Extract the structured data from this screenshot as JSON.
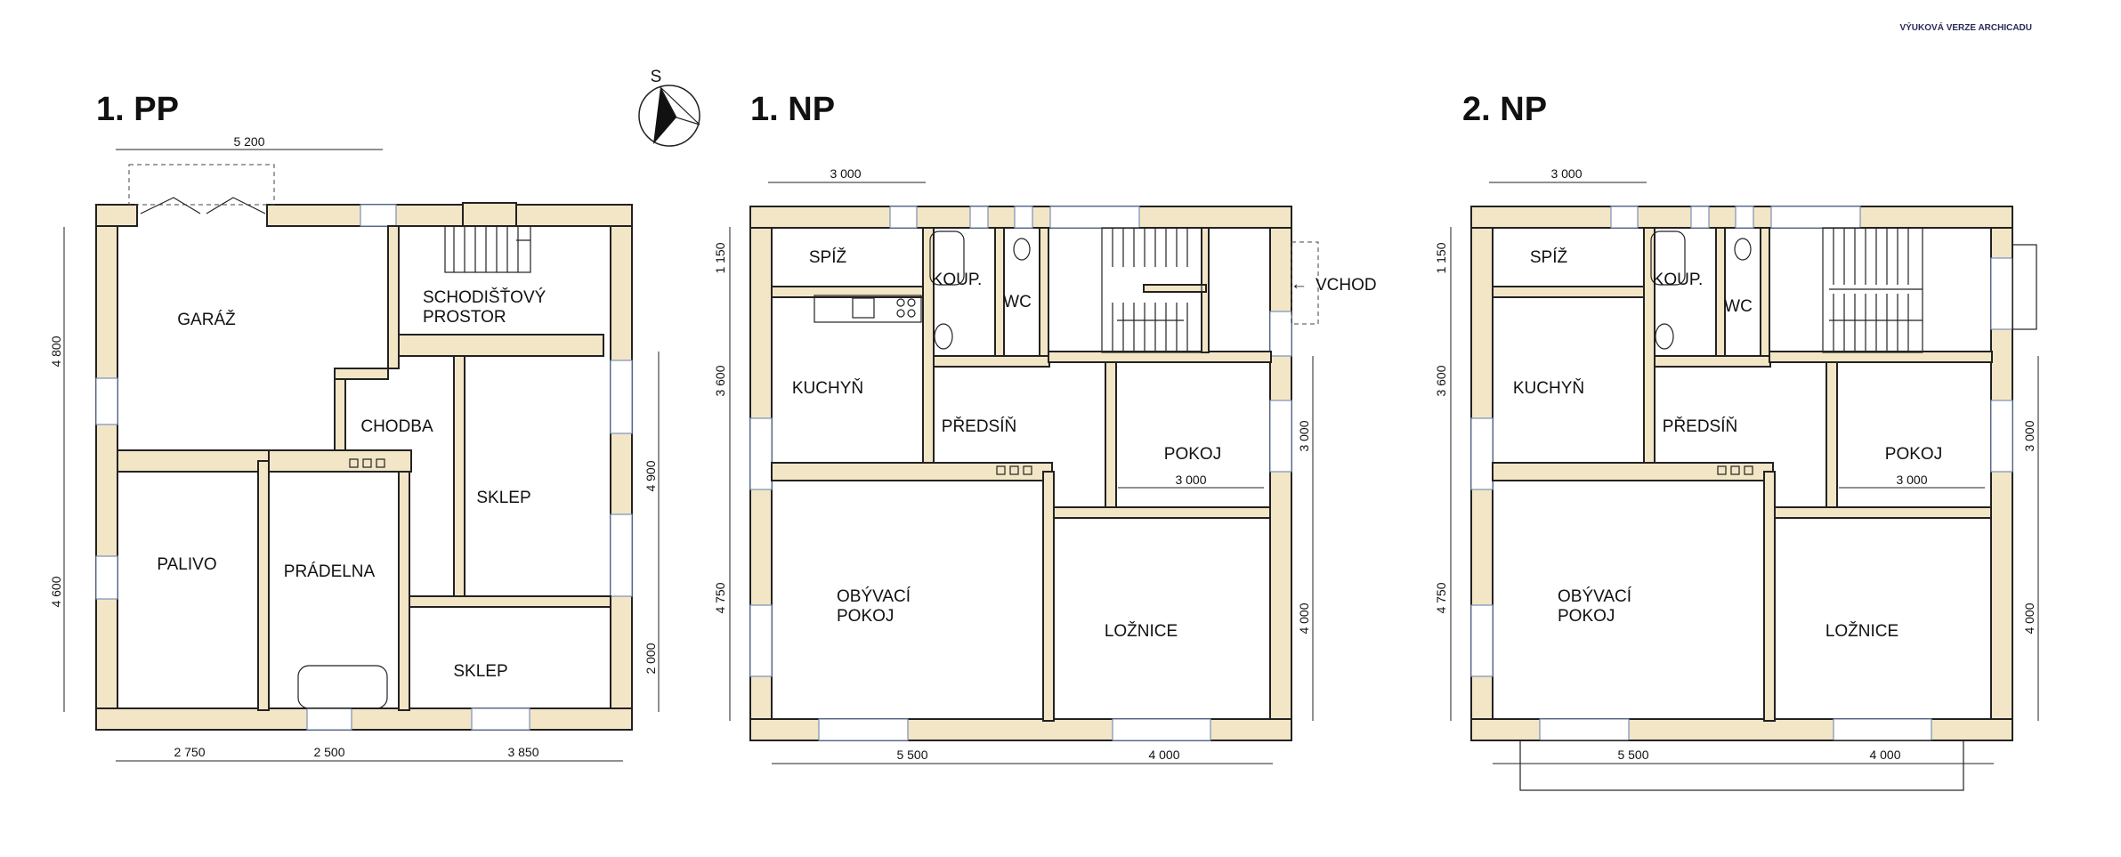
{
  "watermark": "VÝUKOVÁ VERZE ARCHICADU",
  "compass": {
    "label": "S",
    "icon": "north-arrow-icon"
  },
  "plans": {
    "pp": {
      "title": "1. PP",
      "rooms": {
        "garaz": "GARÁŽ",
        "schodistovy_1": "SCHODIŠŤOVÝ",
        "schodistovy_2": "PROSTOR",
        "chodba": "CHODBA",
        "sklep1": "SKLEP",
        "palivo": "PALIVO",
        "pradelna": "PRÁDELNA",
        "sklep2": "SKLEP"
      },
      "dims": {
        "top": "5 200",
        "bottom1": "2 750",
        "bottom2": "2 500",
        "bottom3": "3 850",
        "left1": "4 800",
        "left2": "4 600",
        "right1": "4 900",
        "right2": "2 000"
      }
    },
    "np1": {
      "title": "1. NP",
      "rooms": {
        "spiz": "SPÍŽ",
        "koup": "KOUP.",
        "wc": "WC",
        "kuchyn": "KUCHYŇ",
        "predsin": "PŘEDSÍŇ",
        "pokoj": "POKOJ",
        "obyvaci_1": "OBÝVACÍ",
        "obyvaci_2": "POKOJ",
        "loznice": "LOŽNICE"
      },
      "entrance": "VCHOD",
      "dims": {
        "top": "3 000",
        "left1": "1 150",
        "left2": "3 600",
        "left3": "4 750",
        "right1": "3 000",
        "right2": "4 000",
        "pokoj_inner": "3 000",
        "bottom1": "5 500",
        "bottom2": "4 000"
      }
    },
    "np2": {
      "title": "2. NP",
      "rooms": {
        "spiz": "SPÍŽ",
        "koup": "KOUP.",
        "wc": "WC",
        "kuchyn": "KUCHYŇ",
        "predsin": "PŘEDSÍŇ",
        "pokoj": "POKOJ",
        "obyvaci_1": "OBÝVACÍ",
        "obyvaci_2": "POKOJ",
        "loznice": "LOŽNICE"
      },
      "dims": {
        "top": "3 000",
        "left1": "1 150",
        "left2": "3 600",
        "left3": "4 750",
        "right1": "3 000",
        "right2": "4 000",
        "pokoj_inner": "3 000",
        "bottom1": "5 500",
        "bottom2": "4 000"
      }
    }
  }
}
